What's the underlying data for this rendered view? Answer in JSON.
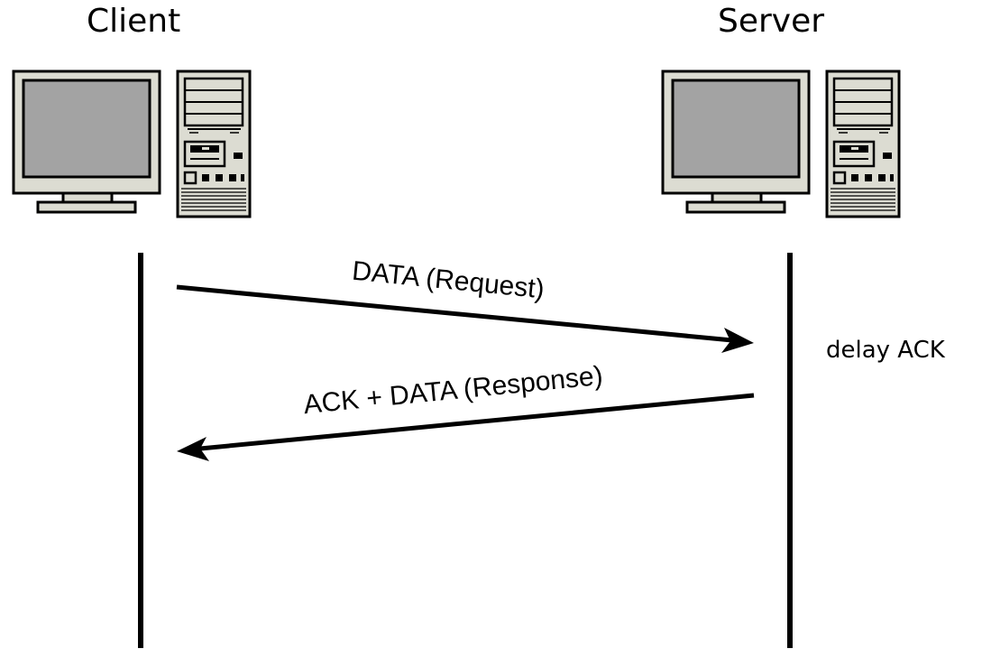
{
  "nodes": {
    "client": {
      "label": "Client"
    },
    "server": {
      "label": "Server"
    }
  },
  "messages": [
    {
      "label": "DATA (Request)",
      "direction": "client-to-server"
    },
    {
      "label": "ACK + DATA (Response)",
      "direction": "server-to-client"
    }
  ],
  "server_note": "delay ACK",
  "colors": {
    "line": "#000000",
    "monitor_body": "#dcdcd2",
    "screen": "#a3a3a3",
    "outline": "#000000"
  },
  "icons": {
    "client": "desktop-computer-icon",
    "server": "desktop-computer-icon"
  }
}
